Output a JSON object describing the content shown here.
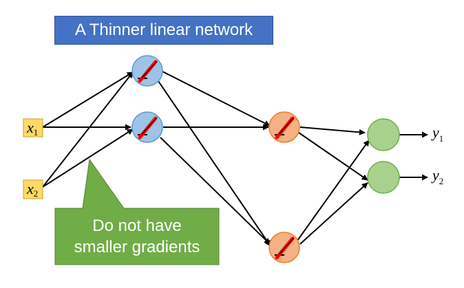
{
  "title": "A Thinner linear network",
  "callout": {
    "line1": "Do not have",
    "line2": "smaller gradients"
  },
  "inputs": [
    {
      "symbol": "x",
      "subscript": "1"
    },
    {
      "symbol": "x",
      "subscript": "2"
    }
  ],
  "outputs": [
    {
      "symbol": "y",
      "subscript": "1"
    },
    {
      "symbol": "y",
      "subscript": "2"
    }
  ],
  "colors": {
    "title_bg": "#4472c4",
    "callout_bg": "#70ad47",
    "input_box": "#ffd966",
    "hidden1_node": "#9dc3e6",
    "hidden2_node": "#f4b183",
    "output_node": "#a9d18e",
    "linear_mark": "#ff0000"
  }
}
